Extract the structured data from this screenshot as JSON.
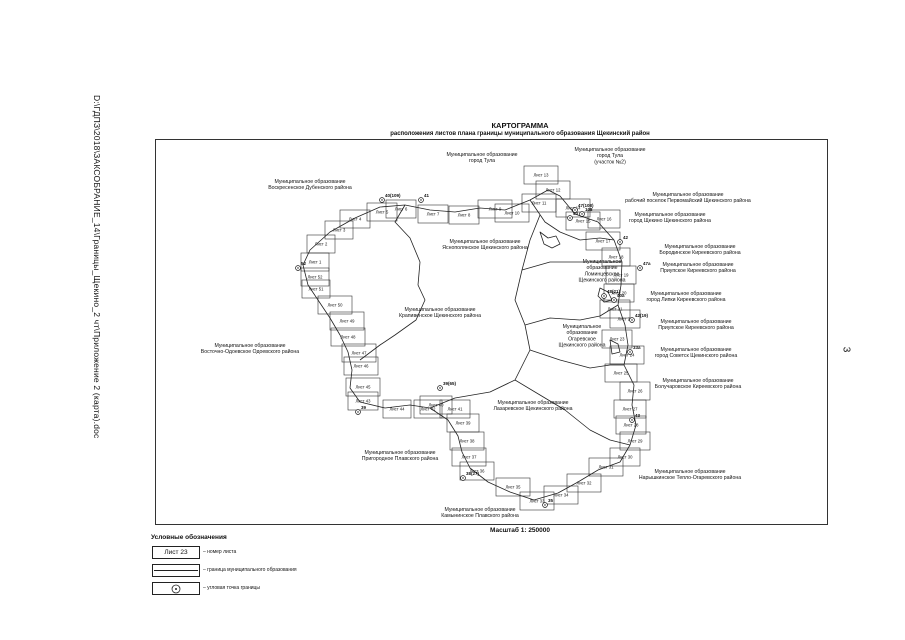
{
  "page": {
    "side_text": "D:\\ГДПЗ\\2018\\ЗАКСОБРАНИЕ_14\\Границы_Щекино_2 чт\\Приложение 2 (карта).doc",
    "page_number": "3"
  },
  "map": {
    "title": "КАРТОГРАММА",
    "subtitle": "расположения листов плана границы муниципального образования Щекинский район",
    "scale": "Масштаб 1: 250000",
    "labels": [
      {
        "lines": [
          "Муниципальное образование",
          "город Тула"
        ]
      },
      {
        "lines": [
          "Муниципальное образование",
          "город Тула",
          "(участок №2)"
        ]
      },
      {
        "lines": [
          "Муниципальное образование",
          "Воскресенское Дубенского района"
        ]
      },
      {
        "lines": [
          "Муниципальное образование",
          "рабочий поселок Первомайский Щекинского района"
        ]
      },
      {
        "lines": [
          "Муниципальное образование",
          "город Щекино Щекинского района"
        ]
      },
      {
        "lines": [
          "Муниципальное образование",
          "Яснополянское Щекинского района"
        ]
      },
      {
        "lines": [
          "Муниципальное образование",
          "Бородинское Киреевского района"
        ]
      },
      {
        "lines": [
          "Муниципальное образование",
          "Приупское Киреевского района"
        ]
      },
      {
        "lines": [
          "Муниципальное",
          "образование",
          "Ломинцевское",
          "Щекинского района"
        ]
      },
      {
        "lines": [
          "Муниципальное образование",
          "город Липки Киреевского района"
        ]
      },
      {
        "lines": [
          "Муниципальное образование",
          "Крапивенское Щекинского района"
        ]
      },
      {
        "lines": [
          "Муниципальное образование",
          "Приупское Киреевского района"
        ]
      },
      {
        "lines": [
          "Муниципальное образование",
          "Восточно-Одоевское Одоевского района"
        ]
      },
      {
        "lines": [
          "Муниципальное",
          "образование",
          "Огаревское",
          "Щекинского района"
        ]
      },
      {
        "lines": [
          "Муниципальное образование",
          "город Советск Щекинского района"
        ]
      },
      {
        "lines": [
          "Муниципальное образование",
          "Болучаровское Киреевского района"
        ]
      },
      {
        "lines": [
          "Муниципальное образование",
          "Лазаревское Щекинского района"
        ]
      },
      {
        "lines": [
          "Муниципальное образование",
          "Пригородное Плавского района"
        ]
      },
      {
        "lines": [
          "Муниципальное образование",
          "Нарышкинское Тепло-Огаревского района"
        ]
      },
      {
        "lines": [
          "Муниципальное образование",
          "Камынинское Плавского района"
        ]
      }
    ],
    "sheets": [
      "Лист 1",
      "Лист 2",
      "Лист 3",
      "Лист 4",
      "Лист 5",
      "Лист 6",
      "Лист 7",
      "Лист 8",
      "Лист 9",
      "Лист 10",
      "Лист 11",
      "Лист 12",
      "Лист 13",
      "Лист 14",
      "Лист 15",
      "Лист 16",
      "Лист 17",
      "Лист 18",
      "Лист 19",
      "Лист 20",
      "Лист 21",
      "Лист 22",
      "Лист 23",
      "Лист 24",
      "Лист 25",
      "Лист 26",
      "Лист 27",
      "Лист 28",
      "Лист 29",
      "Лист 30",
      "Лист 31",
      "Лист 32",
      "Лист 33",
      "Лист 34",
      "Лист 35",
      "Лист 36",
      "Лист 37",
      "Лист 38",
      "Лист 39",
      "Лист 40",
      "Лист 41",
      "Лист 42",
      "Лист 43",
      "Лист 44",
      "Лист 45",
      "Лист 46",
      "Лист 47",
      "Лист 48",
      "Лист 49",
      "Лист 50",
      "Лист 51",
      "Лист 52"
    ],
    "point_labels": [
      "40(109)",
      "41",
      "47(108)",
      "108",
      "42",
      "47a",
      "48(21)",
      "40a",
      "42(19)",
      "33a",
      "43",
      "39(65)",
      "39",
      "38(27)",
      "35",
      "52",
      "50"
    ]
  },
  "legend": {
    "title": "Условные обозначения",
    "items": [
      {
        "symbol": "Лист 23",
        "text": "– номер листа"
      },
      {
        "symbol": "",
        "text": "– граница муниципального образования"
      },
      {
        "symbol": "",
        "text": "– угловая точка границы"
      }
    ]
  }
}
